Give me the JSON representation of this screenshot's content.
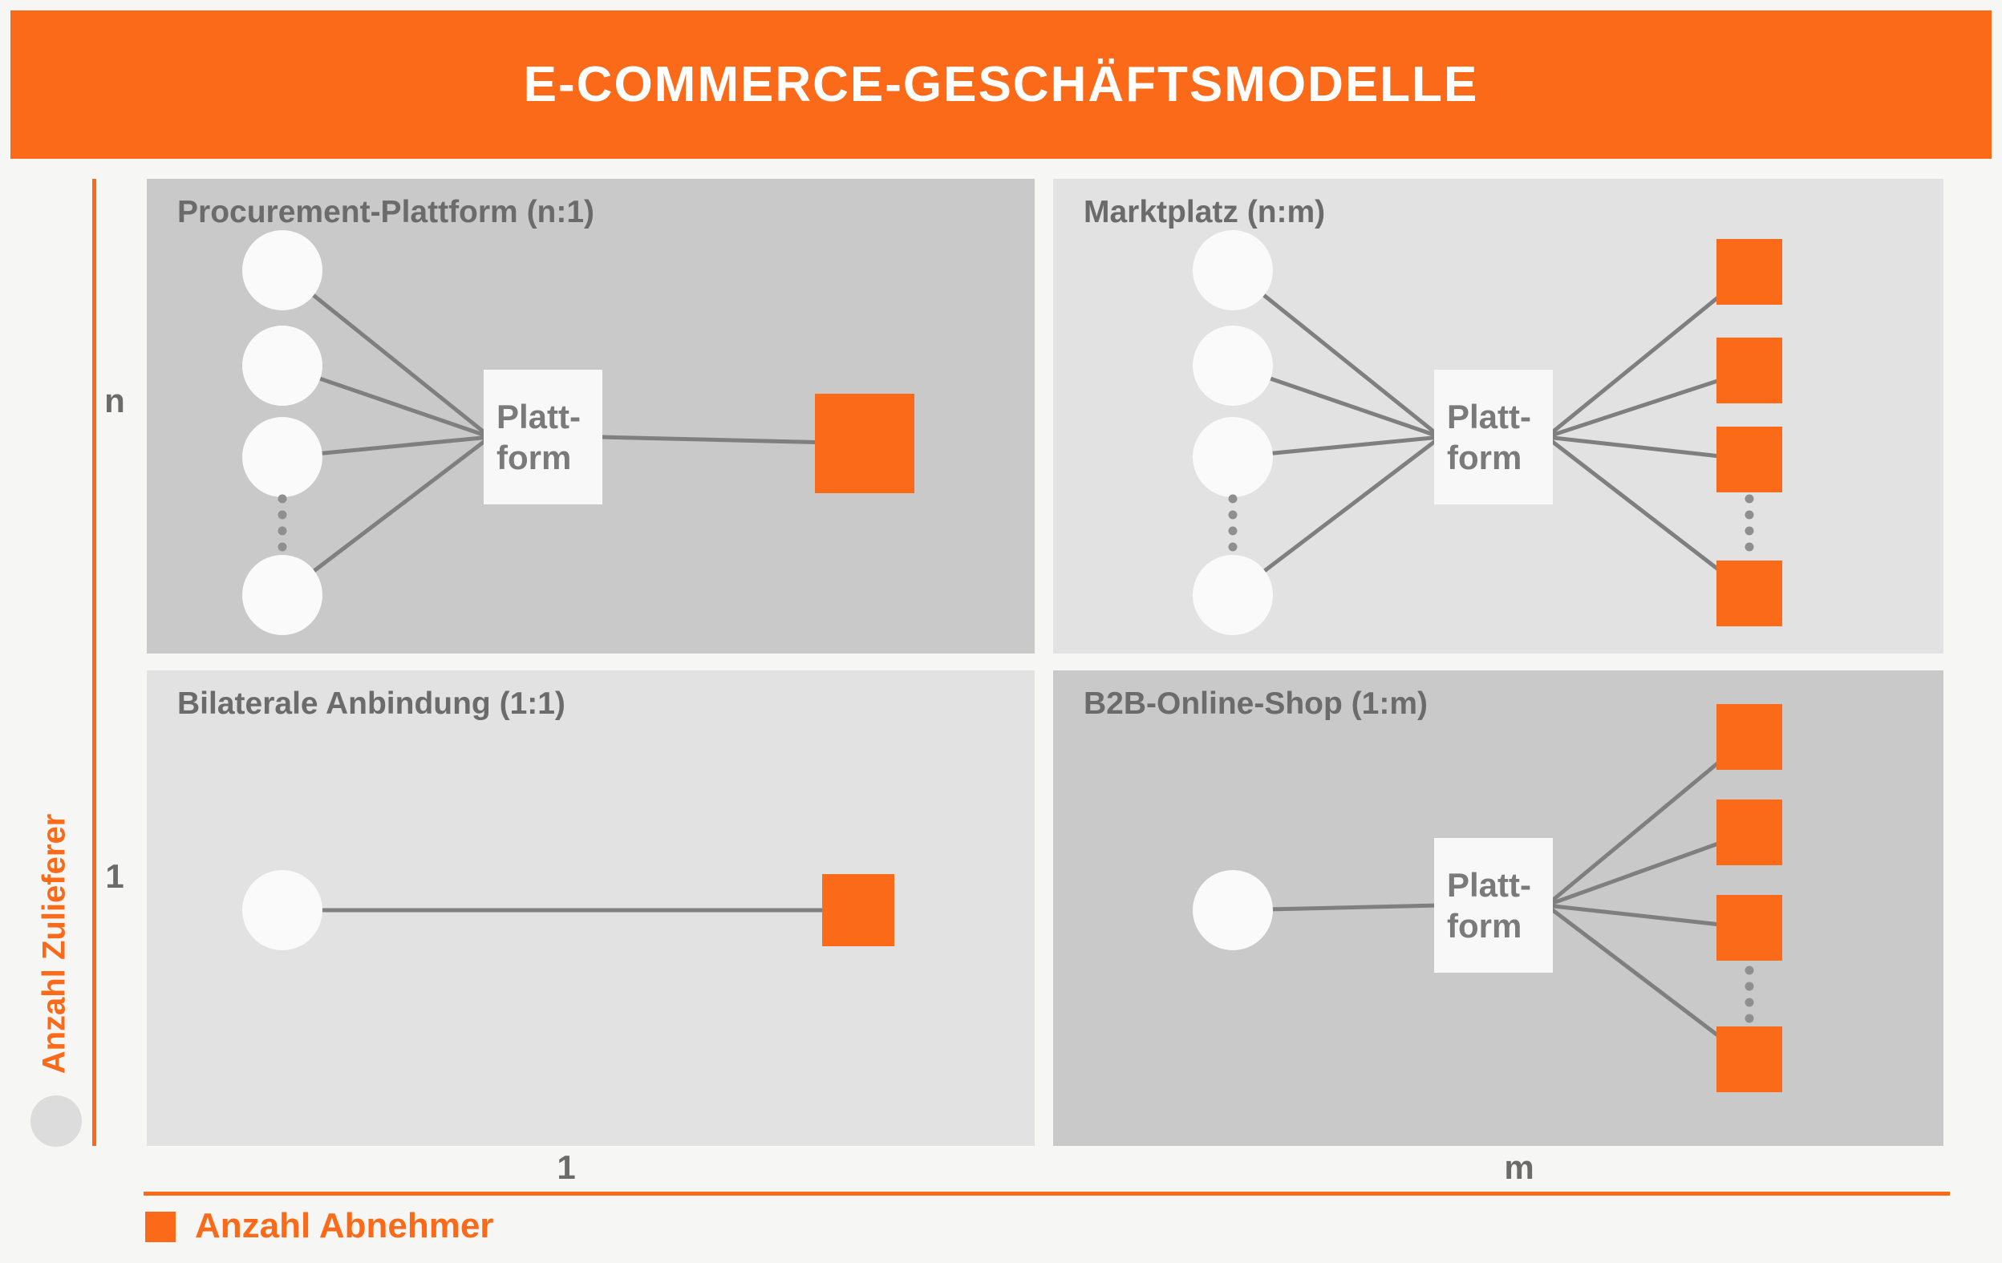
{
  "header": {
    "title": "E-COMMERCE-GESCHÄFTSMODELLE"
  },
  "axes": {
    "y_axis_label": "Anzahl Zulieferer",
    "y_tick_top": "n",
    "y_tick_bottom": "1",
    "x_tick_left": "1",
    "x_tick_right": "m",
    "x_legend_label": "Anzahl Abnehmer"
  },
  "legend": {
    "supplier_icon": "circle-icon",
    "buyer_icon": "square-icon"
  },
  "quadrants": [
    {
      "id": "procurement-plattform",
      "title": "Procurement-Plattform (n:1)",
      "platform_label_line1": "Platt-",
      "platform_label_line2": "form",
      "suppliers_shown": 4,
      "suppliers_ellipsis": true,
      "buyers_shown": 1,
      "buyers_ellipsis": false
    },
    {
      "id": "marktplatz",
      "title": "Marktplatz (n:m)",
      "platform_label_line1": "Platt-",
      "platform_label_line2": "form",
      "suppliers_shown": 4,
      "suppliers_ellipsis": true,
      "buyers_shown": 4,
      "buyers_ellipsis": true
    },
    {
      "id": "bilaterale-anbindung",
      "title": "Bilaterale Anbindung (1:1)",
      "suppliers_shown": 1,
      "suppliers_ellipsis": false,
      "buyers_shown": 1,
      "buyers_ellipsis": false
    },
    {
      "id": "b2b-online-shop",
      "title": "B2B-Online-Shop (1:m)",
      "platform_label_line1": "Platt-",
      "platform_label_line2": "form",
      "suppliers_shown": 1,
      "suppliers_ellipsis": false,
      "buyers_shown": 4,
      "buyers_ellipsis": true
    }
  ],
  "colors": {
    "accent_orange": "#FA6A19",
    "quadrant_dark_gray": "#C9C9C9",
    "quadrant_light_gray": "#E2E2E2",
    "page_background": "#F6F6F4",
    "node_circle_fill": "#FAFAFA",
    "platform_box_fill": "#F8F8F8",
    "connector_gray": "#7F7F7F",
    "text_gray": "#6B6B6B",
    "legend_circle_gray": "#DCDCDC"
  }
}
